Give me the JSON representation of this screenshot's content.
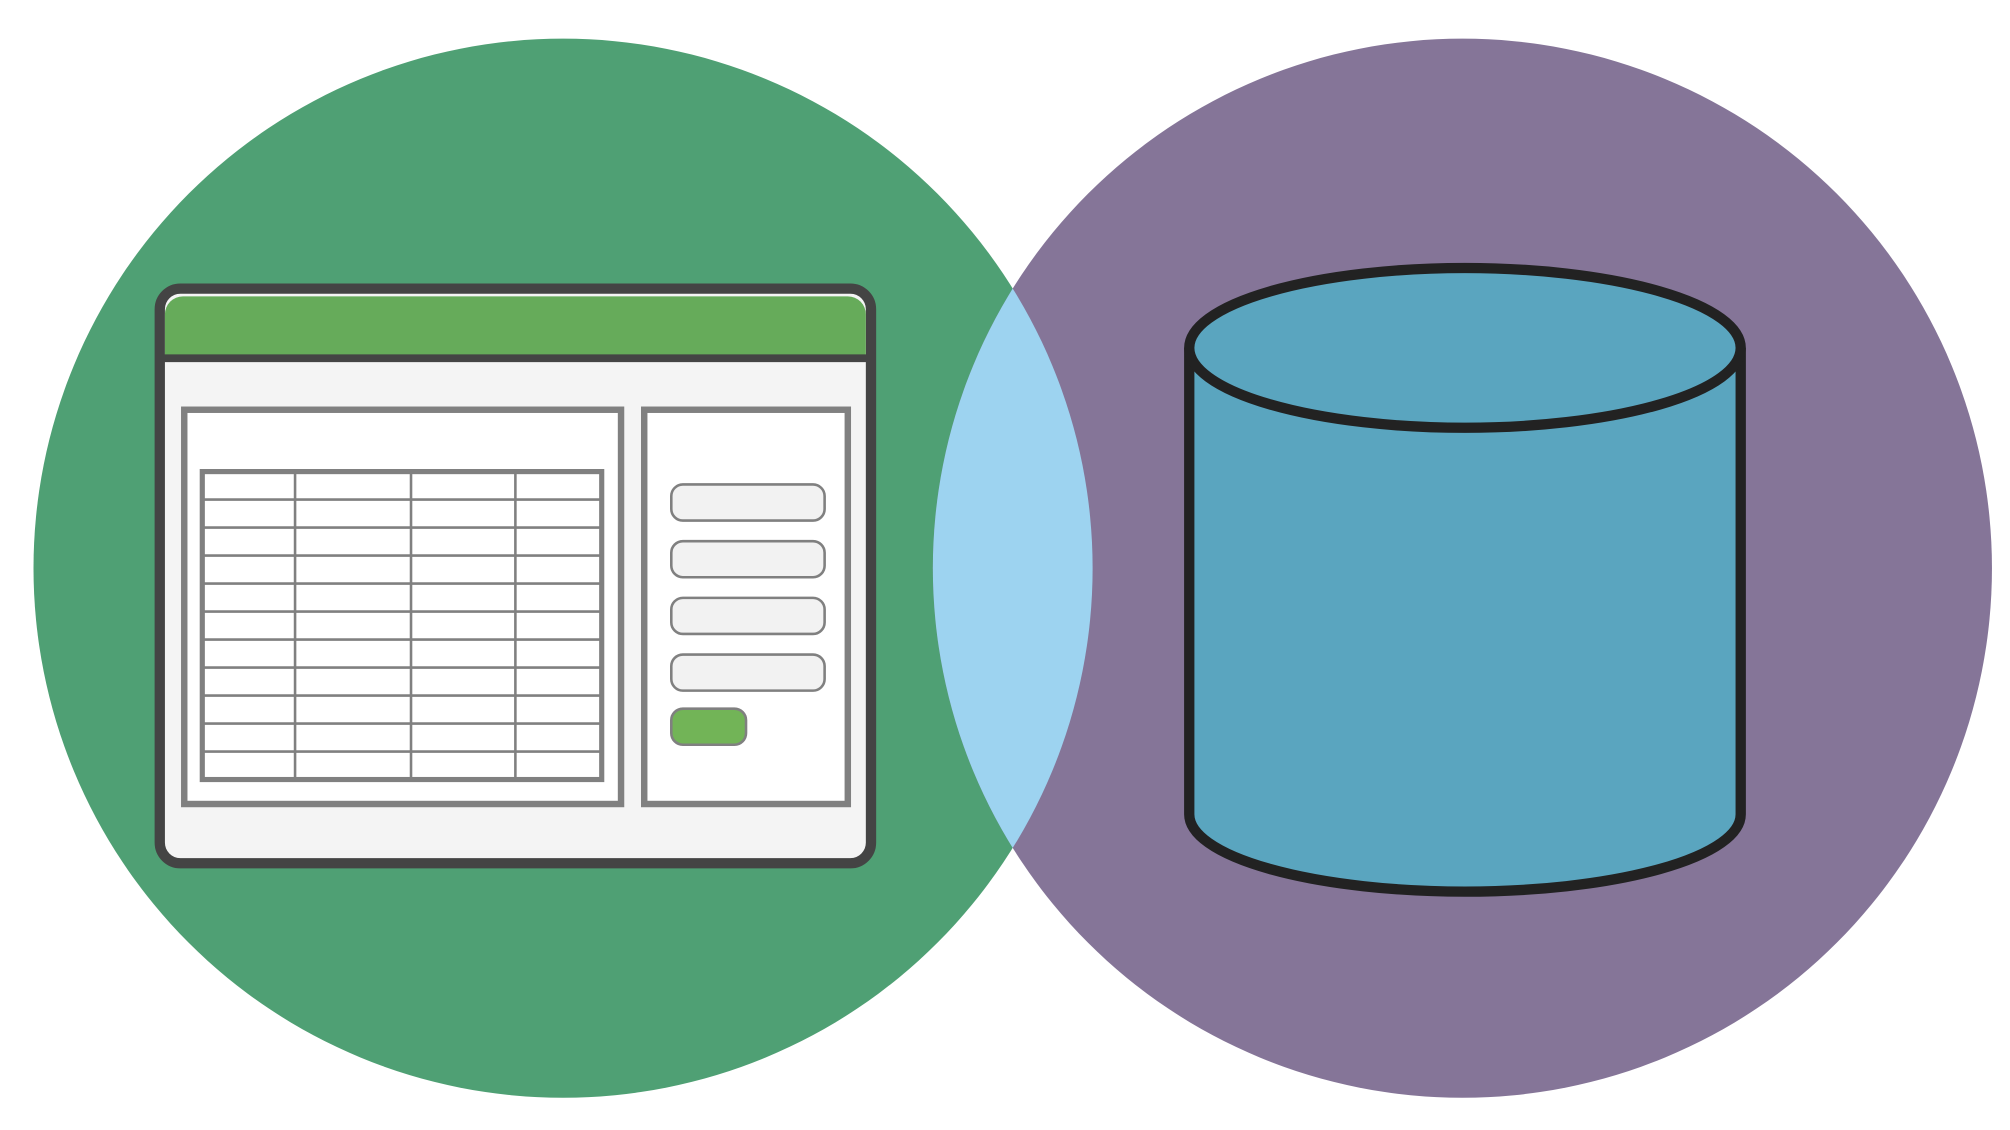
{
  "colors": {
    "left_circle": "#4fa074",
    "right_circle": "#857598",
    "overlap": "#9dd3f0",
    "window_frame": "#444444",
    "window_body": "#f4f4f4",
    "title_bar": "#66ab5a",
    "panel_border": "#808080",
    "input_fill": "#f2f2f2",
    "submit_button": "#72b457",
    "cylinder_fill": "#5aa5bf",
    "cylinder_stroke": "#222222"
  },
  "illustration": {
    "left": "application-window-icon",
    "right": "database-cylinder-icon",
    "table_rows": 11,
    "table_columns": 4,
    "form_inputs": 4
  }
}
